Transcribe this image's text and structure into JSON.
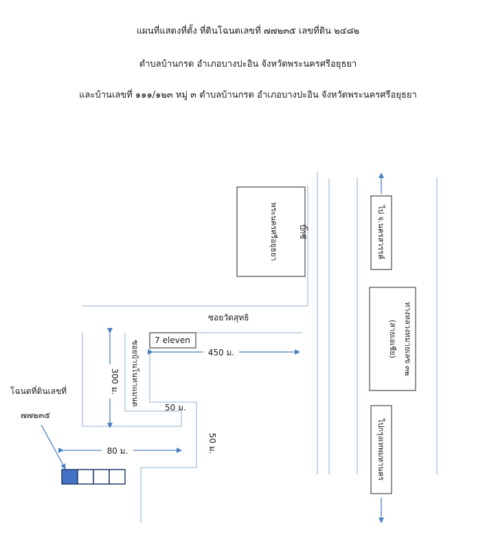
{
  "header": {
    "line1": "แผนที่แสดงที่ตั้ง ที่ดินโฉนดเลขที่ ๗๗๒๓๕ เลขที่ดิน ๒๔๘๒",
    "line2": "ตำบลบ้านกรด อำเภอบางปะอิน จังหวัดพระนครศรีอยุธยา",
    "line3": "และบ้านเลขที่ ๑๑๑/๑๒๓ หมู่ ๓ ตำบลบ้านกรด อำเภอบางปะอิน จังหวัดพระนครศรีอยุธยา"
  },
  "map": {
    "bigc_line1": "บิ๊กซี",
    "bigc_line2": "พระนครศรีอยุธยา",
    "soi_wat_suthi": "ซอยวัดสุทธิ",
    "seven_eleven": "7 eleven",
    "soi_ban_kon": "ซอยบ้านโนทาแมนต",
    "dist_450": "450 ม.",
    "dist_300": "300 ม.",
    "dist_50a": "50 ม.",
    "dist_50b": "50 ม.",
    "dist_80": "80 ม.",
    "plot_label_line1": "โฉนดที่ดินเลขที่",
    "plot_label_line2": "๗๗๒๓๕",
    "to_nakhon_sawan": "ไป จ.นครสวรรค์",
    "highway_line1": "ทางหลวงหมายเลข ๓๒",
    "highway_line2": "(สายเอเชีย)",
    "to_bangkok": "ไปกรุงเทพมหานคร",
    "accent_color": "#4a7fc1",
    "road_color": "#a9c1db",
    "plot_fill": "#4472c4"
  }
}
